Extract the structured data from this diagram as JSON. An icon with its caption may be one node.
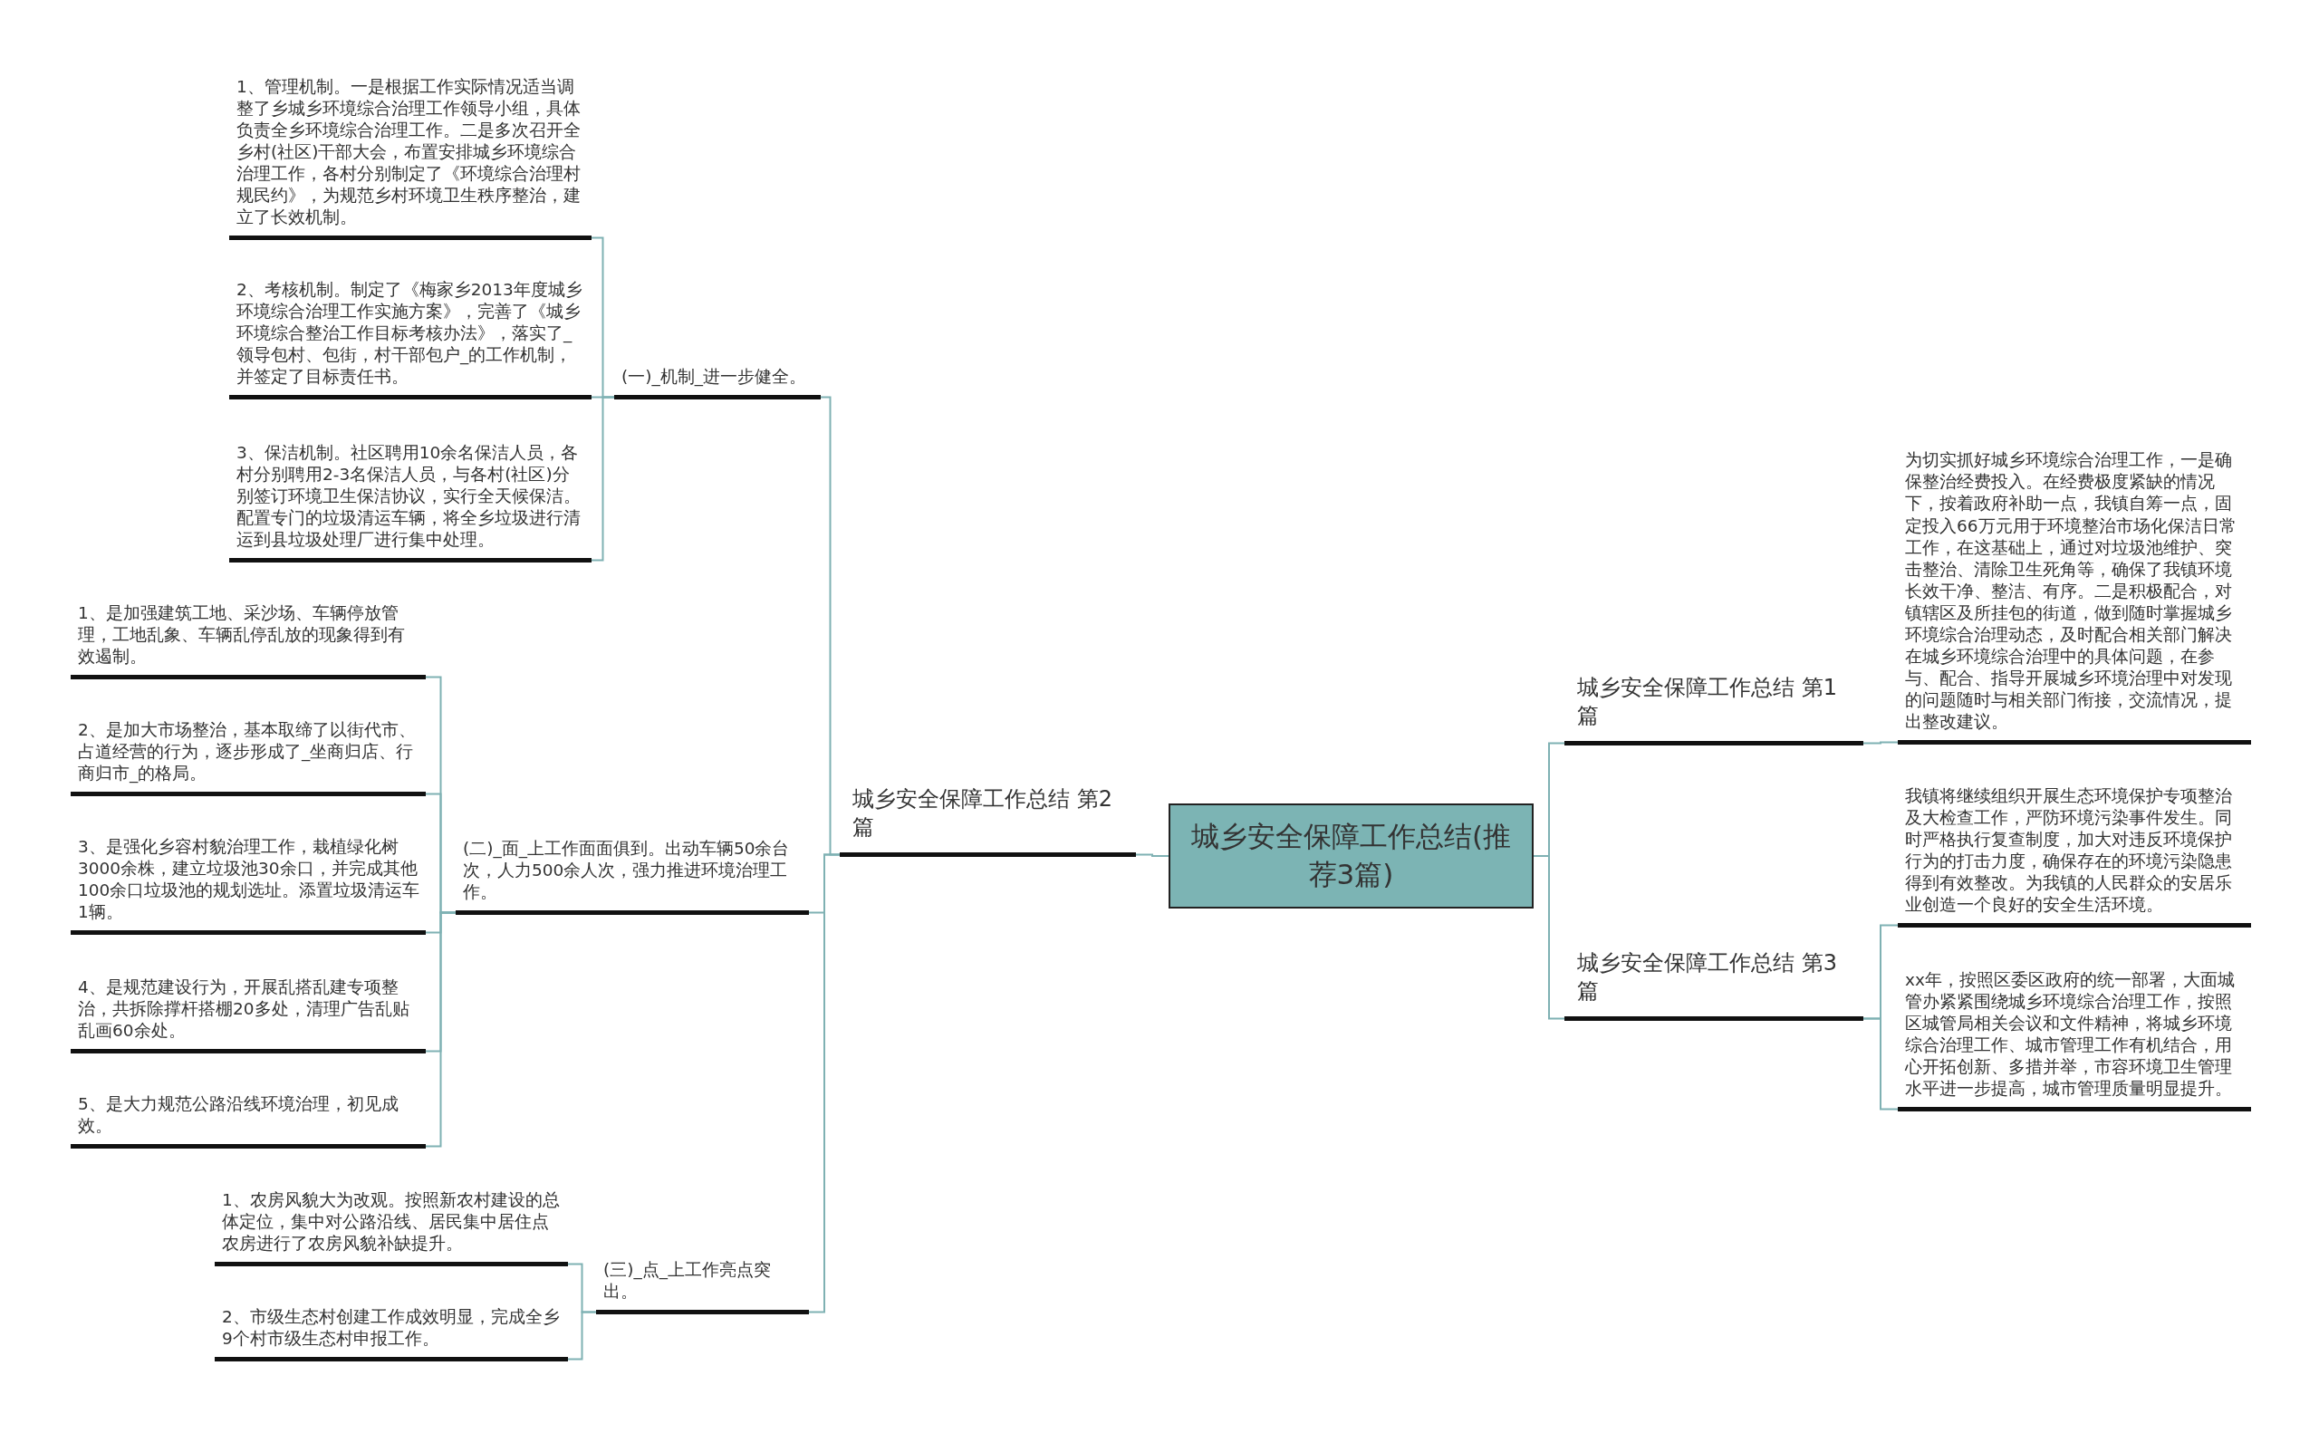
{
  "diagram": {
    "nodes": [
      {
        "text": [
          "城乡安全保障工作总结(推荐3篇)"
        ]
      },
      {
        "text": [
          "城乡安全保障工作总结 第2篇"
        ]
      },
      {
        "text": [
          "(一)_机制_进一步健全。"
        ]
      },
      {
        "text": [
          "1、管理机制。一是根据工作实际情况适当调整了乡城乡环境综合治理工作领导小组，具体负责全乡环境综合治理工作。二是多次召开全乡村(社区)干部大会，布置安排城乡环境综合治理工作，各村分别制定了《环境综合治理村规民约》，为规范乡村环境卫生秩序整治，建立了长效机制。"
        ]
      },
      {
        "text": [
          "2、考核机制。制定了《梅家乡2013年度城乡环境综合治理工作实施方案》，完善了《城乡环境综合整治工作目标考核办法》，落实了_领导包村、包街，村干部包户_的工作机制，并签定了目标责任书。"
        ]
      },
      {
        "text": [
          "3、保洁机制。社区聘用10余名保洁人员，各村分别聘用2-3名保洁人员，与各村(社区)分别签订环境卫生保洁协议，实行全天候保洁。配置专门的垃圾清运车辆，将全乡垃圾进行清运到县垃圾处理厂进行集中处理。"
        ]
      },
      {
        "text": [
          "(二)_面_上工作面面俱到。出动车辆50余台次，人力500余人次，强力推进环境治理工作。"
        ]
      },
      {
        "text": [
          "1、是加强建筑工地、采沙场、车辆停放管理，工地乱象、车辆乱停乱放的现象得到有效遏制。"
        ]
      },
      {
        "text": [
          "2、是加大市场整治，基本取缔了以街代市、占道经营的行为，逐步形成了_坐商归店、行商归市_的格局。"
        ]
      },
      {
        "text": [
          "3、是强化乡容村貌治理工作，栽植绿化树3000余株，建立垃圾池30余口，并完成其他100余口垃圾池的规划选址。添置垃圾清运车1辆。"
        ]
      },
      {
        "text": [
          "4、是规范建设行为，开展乱搭乱建专项整治，共拆除撑杆搭棚20多处，清理广告乱贴乱画60余处。"
        ]
      },
      {
        "text": [
          "5、是大力规范公路沿线环境治理，初见成效。"
        ]
      },
      {
        "text": [
          "(三)_点_上工作亮点突出。"
        ]
      },
      {
        "text": [
          "1、农房风貌大为改观。按照新农村建设的总体定位，集中对公路沿线、居民集中居住点农房进行了农房风貌补缺提升。"
        ]
      },
      {
        "text": [
          "2、市级生态村创建工作成效明显，完成全乡9个村市级生态村申报工作。"
        ]
      },
      {
        "text": [
          "城乡安全保障工作总结 第1篇"
        ]
      },
      {
        "text": [
          "为切实抓好城乡环境综合治理工作，一是确保整治经费投入。在经费极度紧缺的情况下，按着政府补助一点，我镇自筹一点，固定投入66万元用于环境整治市场化保洁日常工作，在这基础上，通过对垃圾池维护、突击整治、清除卫生死角等，确保了我镇环境长效干净、整洁、有序。二是积极配合，对镇辖区及所挂包的街道，做到随时掌握城乡环境综合治理动态，及时配合相关部门解决在城乡环境综合治理中的具体问题，在参与、配合、指导开展城乡环境治理中对发现的问题随时与相关部门衔接，交流情况，提出整改建议。"
        ]
      },
      {
        "text": [
          "城乡安全保障工作总结 第3篇"
        ]
      },
      {
        "text": [
          "我镇将继续组织开展生态环境保护专项整治及大检查工作，严防环境污染事件发生。同时严格执行复查制度，加大对违反环境保护行为的打击力度，确保存在的环境污染隐患得到有效整改。为我镇的人民群众的安居乐业创造一个良好的安全生活环境。"
        ]
      },
      {
        "text": [
          "xx年，按照区委区政府的统一部署，大面城管办紧紧围绕城乡环境综合治理工作，按照区城管局相关会议和文件精神，将城乡环境综合治理工作、城市管理工作有机结合，用心开拓创新、多措并举，市容环境卫生管理水平进一步提高，城市管理质量明显提升。"
        ]
      }
    ],
    "edges": [
      {
        "from": 0,
        "to": 1,
        "arrow": "none"
      },
      {
        "from": 1,
        "to": 2,
        "arrow": "none"
      },
      {
        "from": 2,
        "to": 3,
        "arrow": "none"
      },
      {
        "from": 2,
        "to": 4,
        "arrow": "none"
      },
      {
        "from": 2,
        "to": 5,
        "arrow": "none"
      },
      {
        "from": 1,
        "to": 6,
        "arrow": "none"
      },
      {
        "from": 6,
        "to": 7,
        "arrow": "none"
      },
      {
        "from": 6,
        "to": 8,
        "arrow": "none"
      },
      {
        "from": 6,
        "to": 9,
        "arrow": "none"
      },
      {
        "from": 6,
        "to": 10,
        "arrow": "none"
      },
      {
        "from": 6,
        "to": 11,
        "arrow": "none"
      },
      {
        "from": 1,
        "to": 12,
        "arrow": "none"
      },
      {
        "from": 12,
        "to": 13,
        "arrow": "none"
      },
      {
        "from": 12,
        "to": 14,
        "arrow": "none"
      },
      {
        "from": 0,
        "to": 15,
        "arrow": "none"
      },
      {
        "from": 15,
        "to": 16,
        "arrow": "none"
      },
      {
        "from": 0,
        "to": 17,
        "arrow": "none"
      },
      {
        "from": 17,
        "to": 18,
        "arrow": "none"
      },
      {
        "from": 17,
        "to": 19,
        "arrow": "none"
      }
    ]
  }
}
